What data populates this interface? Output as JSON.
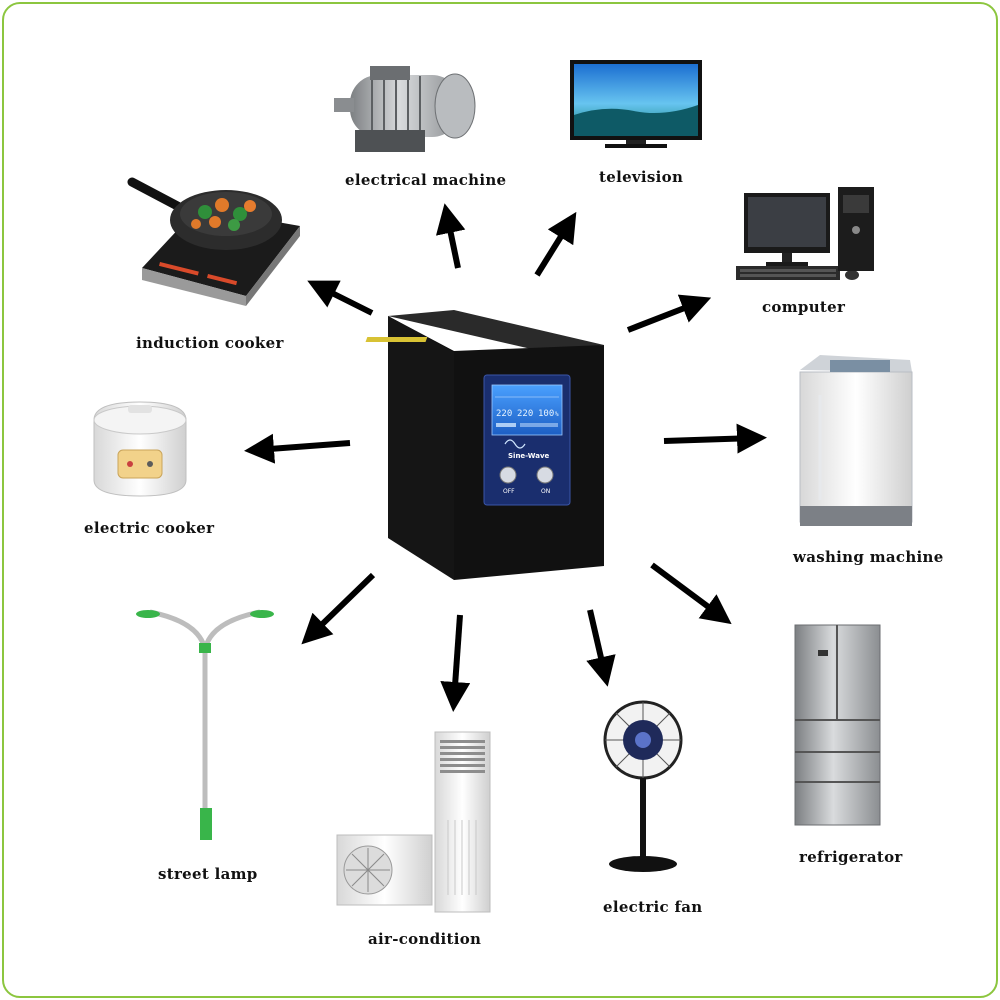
{
  "device": {
    "display_values": [
      "220",
      "220",
      "100"
    ],
    "display_unit": "%",
    "wave_label": "Sine-Wave",
    "off_label": "OFF",
    "on_label": "ON"
  },
  "appliances": {
    "electrical_machine": "electrical machine",
    "television": "television",
    "computer": "computer",
    "induction_cooker": "induction cooker",
    "washing_machine": "washing machine",
    "electric_cooker": "electric cooker",
    "street_lamp": "street lamp",
    "refrigerator": "refrigerator",
    "air_condition": "air-condition",
    "electric_fan": "electric fan"
  },
  "colors": {
    "frame": "#8cc63f",
    "inverter_body": "#111111",
    "lcd": "#2f7fd8",
    "lamp_green": "#39b54a"
  }
}
